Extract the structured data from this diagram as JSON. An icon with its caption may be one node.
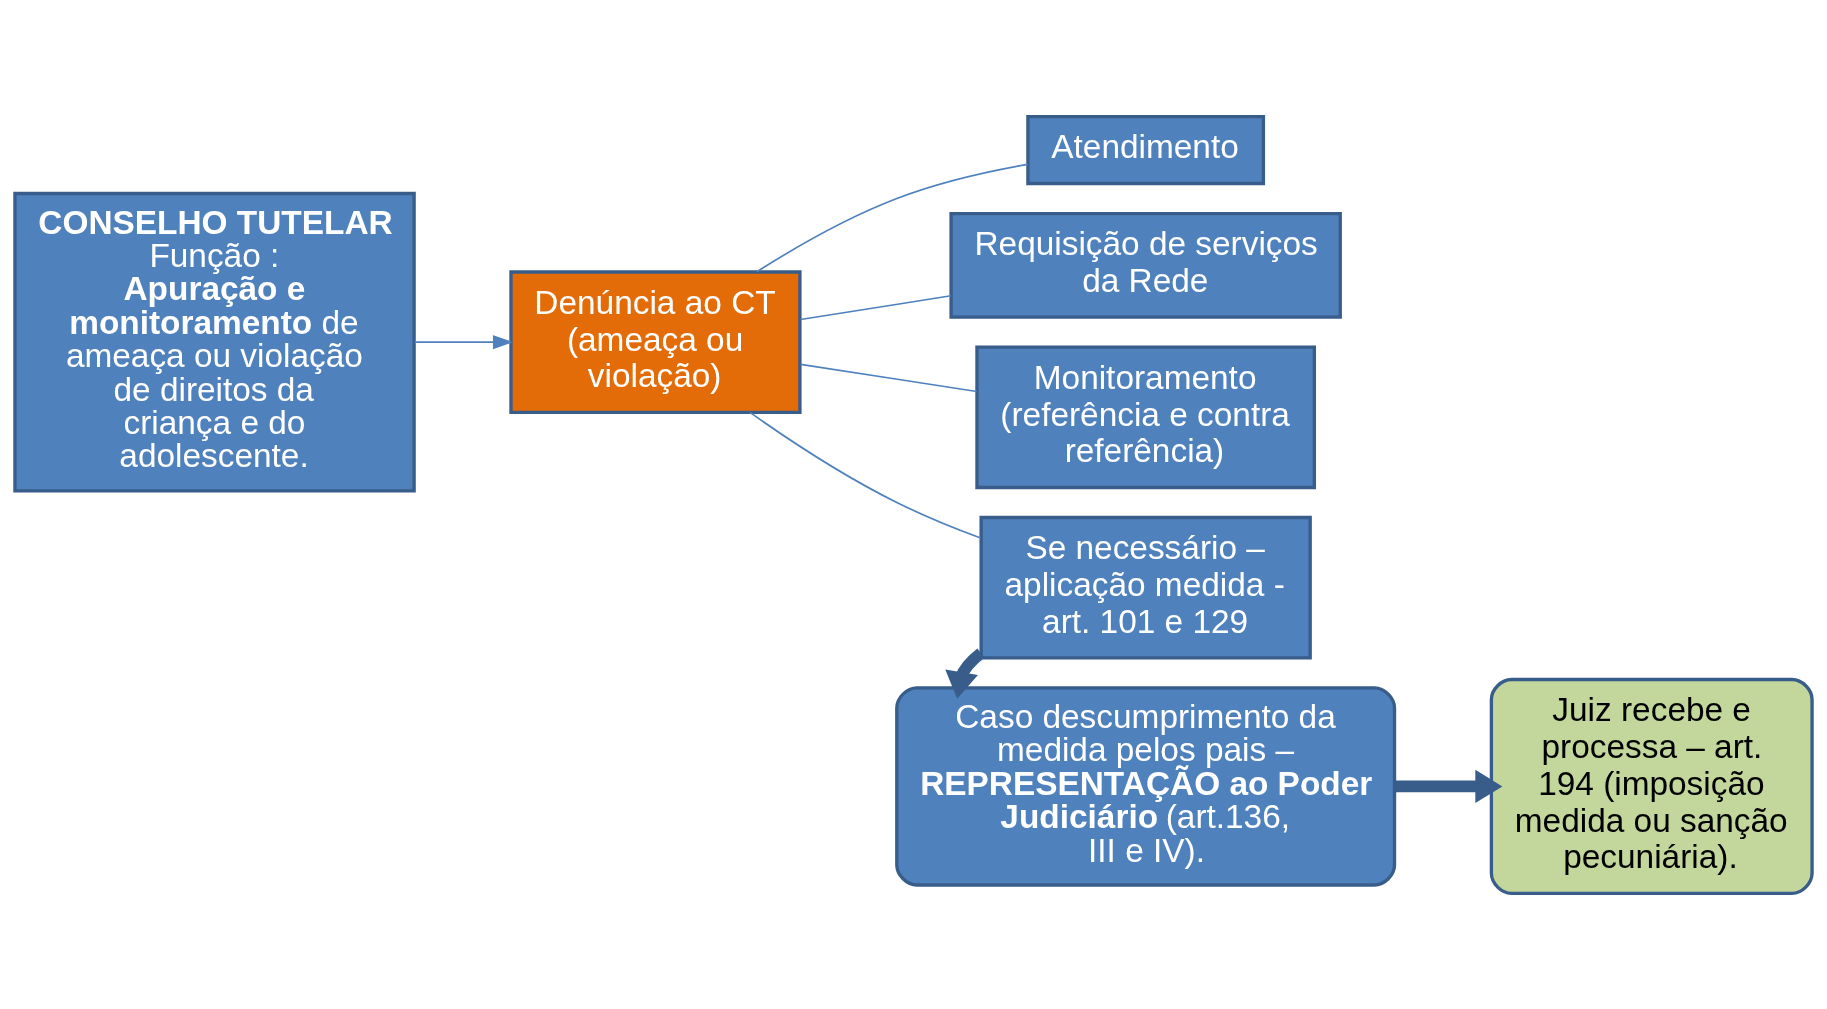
{
  "diagram": {
    "nodes": [
      {
        "text": [
          "CONSELHO TUTELAR",
          "Função :",
          "**Apuração e monitoramento** de ameaça ou violação de direitos da criança e do adolescente."
        ]
      },
      {
        "text": [
          "Denúncia ao CT (ameaça ou violação)"
        ]
      },
      {
        "text": [
          "Atendimento"
        ]
      },
      {
        "text": [
          "Requisição de serviços da Rede"
        ]
      },
      {
        "text": [
          "Monitoramento (referência e contra referência)"
        ]
      },
      {
        "text": [
          "Se necessário – aplicação medida - art. 101 e 129"
        ]
      },
      {
        "text": [
          "Caso descumprimento da medida pelos pais – **REPRESENTAÇÃO ao Poder Judiciário** (art.136, III e IV)."
        ]
      },
      {
        "text": [
          "Juiz recebe e processa – art. 194 (imposição medida ou sanção pecuniária)."
        ]
      }
    ],
    "edges": [
      {
        "from": 0,
        "to": 1,
        "arrow": "to"
      },
      {
        "from": 1,
        "to": 2,
        "arrow": "none"
      },
      {
        "from": 1,
        "to": 3,
        "arrow": "none"
      },
      {
        "from": 1,
        "to": 4,
        "arrow": "none"
      },
      {
        "from": 1,
        "to": 5,
        "arrow": "none"
      },
      {
        "from": 5,
        "to": 6,
        "arrow": "to",
        "style": "thick"
      },
      {
        "from": 6,
        "to": 7,
        "arrow": "to",
        "style": "thick"
      }
    ]
  }
}
